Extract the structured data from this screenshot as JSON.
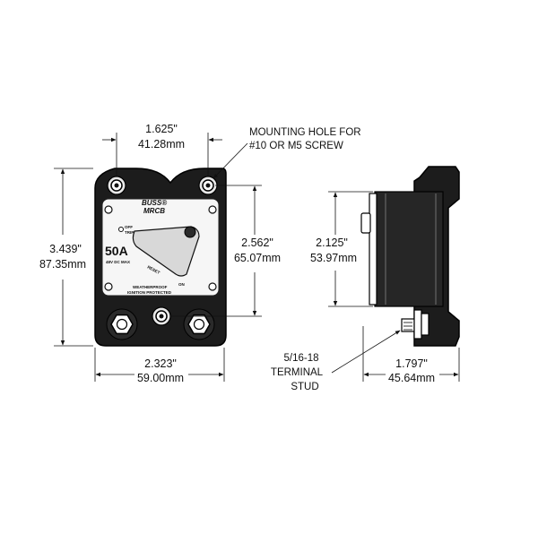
{
  "diagram": {
    "front_view": {
      "top_width": [
        "1.625\"",
        "41.28mm"
      ],
      "left_height": [
        "3.439\"",
        "87.35mm"
      ],
      "right_height": [
        "2.562\"",
        "65.07mm"
      ],
      "bottom_width": [
        "2.323\"",
        "59.00mm"
      ],
      "device": {
        "brand_line1": "BUSS®",
        "brand_line2": "MRCB",
        "rating": "50A",
        "voltage": "48V DC MAX",
        "off_trip": [
          "OFF",
          "TRIP"
        ],
        "reset": "RESET",
        "on": "ON",
        "weather_line1": "WEATHERPROOF",
        "weather_line2": "IGNITION PROTECTED"
      }
    },
    "side_view": {
      "height": [
        "2.125\"",
        "53.97mm"
      ],
      "depth": [
        "1.797\"",
        "45.64mm"
      ]
    },
    "callouts": {
      "mounting_hole": [
        "MOUNTING HOLE FOR",
        "#10 OR M5 SCREW"
      ],
      "terminal_stud": [
        "5/16-18",
        "TERMINAL",
        "STUD"
      ]
    }
  }
}
